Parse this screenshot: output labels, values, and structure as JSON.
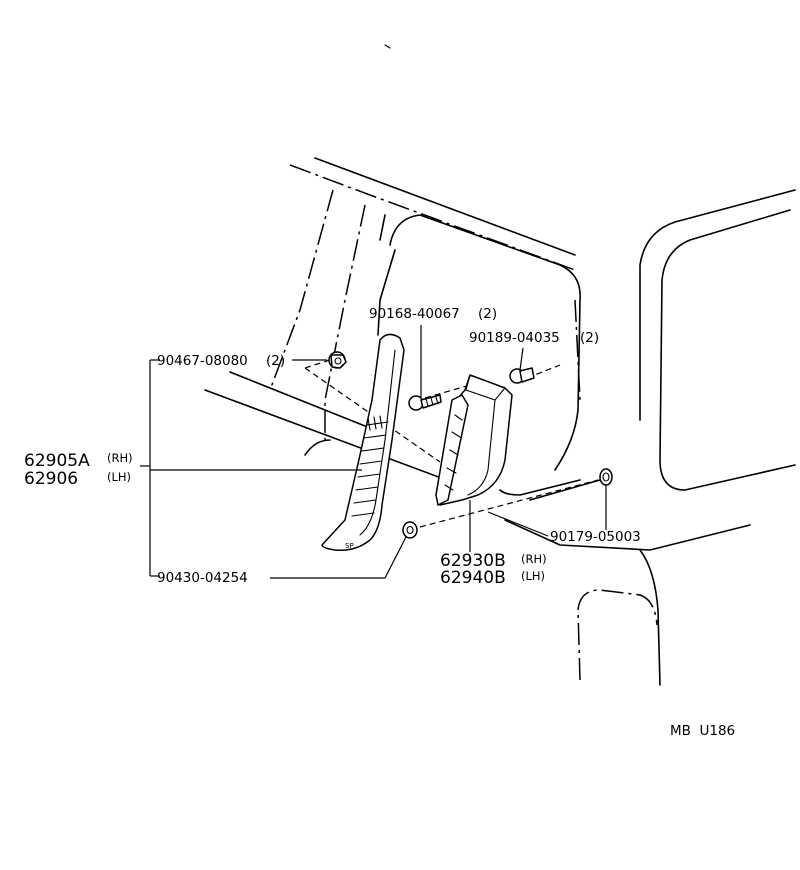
{
  "parts": {
    "clip_top": {
      "number": "90467-08080",
      "qty": "(2)"
    },
    "screw": {
      "number": "90168-40067",
      "qty": "(2)"
    },
    "clip_right": {
      "number": "90189-04035",
      "qty": "(2)"
    },
    "garnish": {
      "number_rh": "62905A",
      "side_rh": "(RH)",
      "number_lh": "62906",
      "side_lh": "(LH)"
    },
    "grommet": {
      "number": "90179-05003"
    },
    "duct": {
      "number_rh": "62930B",
      "side_rh": "(RH)",
      "number_lh": "62940B",
      "side_lh": "(LH)"
    },
    "nut": {
      "number": "90430-04254"
    }
  },
  "reference_code": "MB  U186",
  "colors": {
    "line": "#000000",
    "background": "#ffffff"
  }
}
